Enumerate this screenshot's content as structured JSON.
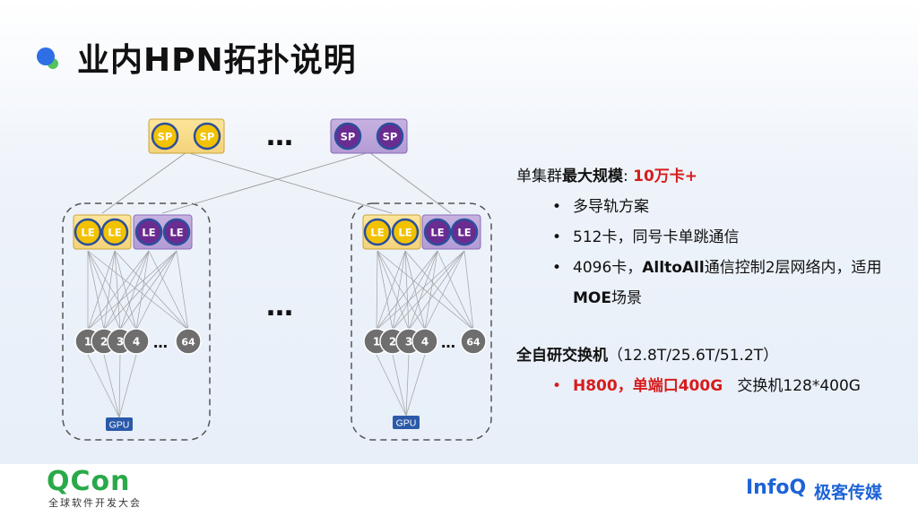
{
  "title": "业内HPN拓扑说明",
  "colors": {
    "sp_yellow": "#f2c200",
    "sp_purple": "#6a2c91",
    "gpu_blue": "#2b5aa8",
    "node_gray": "#6e6e6e",
    "accent_red": "#d71c1c"
  },
  "diagram": {
    "spine_labels": [
      "SP",
      "SP",
      "SP",
      "SP"
    ],
    "ellipsis_top": "…",
    "ellipsis_middle": "…",
    "leaf_label": "LE",
    "gpu_label": "GPU",
    "node_labels": [
      "1",
      "2",
      "3",
      "4",
      "…",
      "64"
    ]
  },
  "panel": {
    "head_prefix": "单集群",
    "head_bold": "最大规模",
    "head_colon": ":",
    "head_value": "10万卡+",
    "bullets1": [
      "多导轨方案",
      "512卡，同号卡单跳通信"
    ],
    "bullet3_prefix": "4096卡，",
    "bullet3_bold": "AlltoAll",
    "bullet3_middle": "通信控制2层网络内，适用",
    "bullet3_bold2": "MOE",
    "bullet3_suffix": "场景",
    "head2_bold": "全自研交换机",
    "head2_rest": "（12.8T/25.6T/51.2T）",
    "bullet4_red": "H800，单端口400G",
    "bullet4_rest": "交换机128*400G"
  },
  "footer": {
    "qcon": "QCon",
    "qcon_sub": "全球软件开发大会",
    "infoq": "InfoQ",
    "infoq_sub": "极客传媒"
  }
}
